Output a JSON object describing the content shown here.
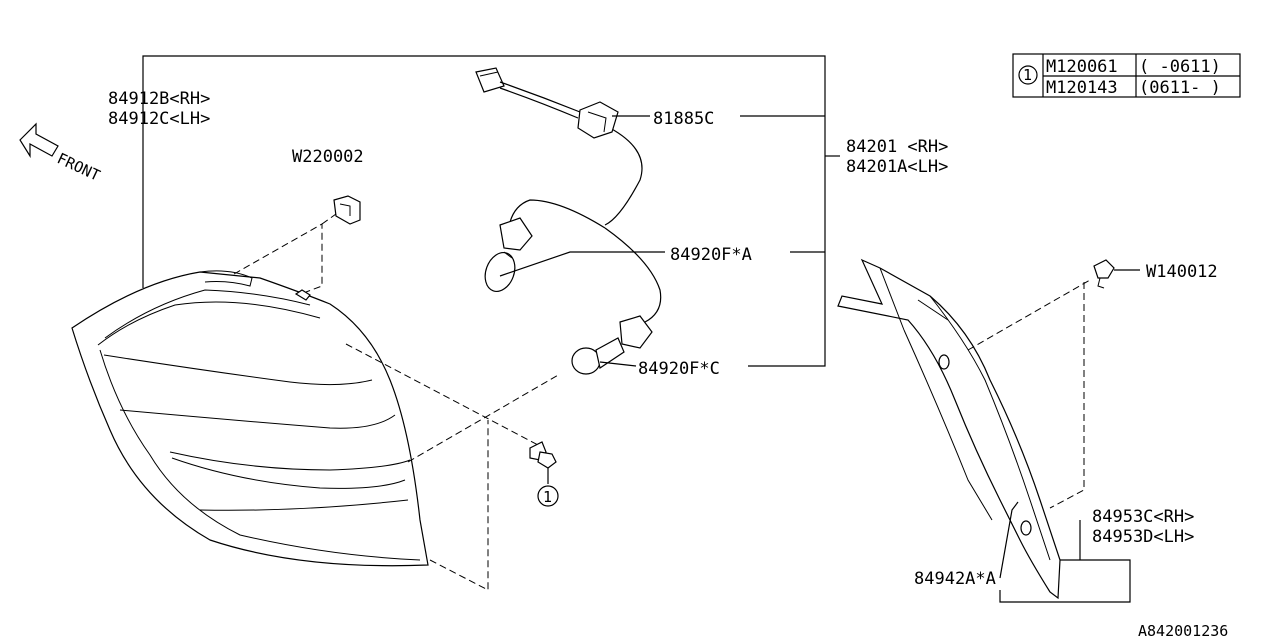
{
  "labels": {
    "lamp_rh": "84912B<RH>",
    "lamp_lh": "84912C<LH>",
    "clip": "W220002",
    "front": "FRONT",
    "socket": "81885C",
    "assy_rh": "84201 <RH>",
    "assy_lh": "84201A<LH>",
    "bulb_a": "84920F*A",
    "bulb_c": "84920F*C",
    "screw": "W140012",
    "cover_rh": "84953C<RH>",
    "cover_lh": "84953D<LH>",
    "gasket": "84942A*A",
    "callout_1": "1",
    "diagram_id": "A842001236"
  },
  "ref_table": {
    "key": "1",
    "rows": [
      {
        "part": "M120061",
        "range": "( -0611)"
      },
      {
        "part": "M120143",
        "range": "(0611- )"
      }
    ]
  }
}
